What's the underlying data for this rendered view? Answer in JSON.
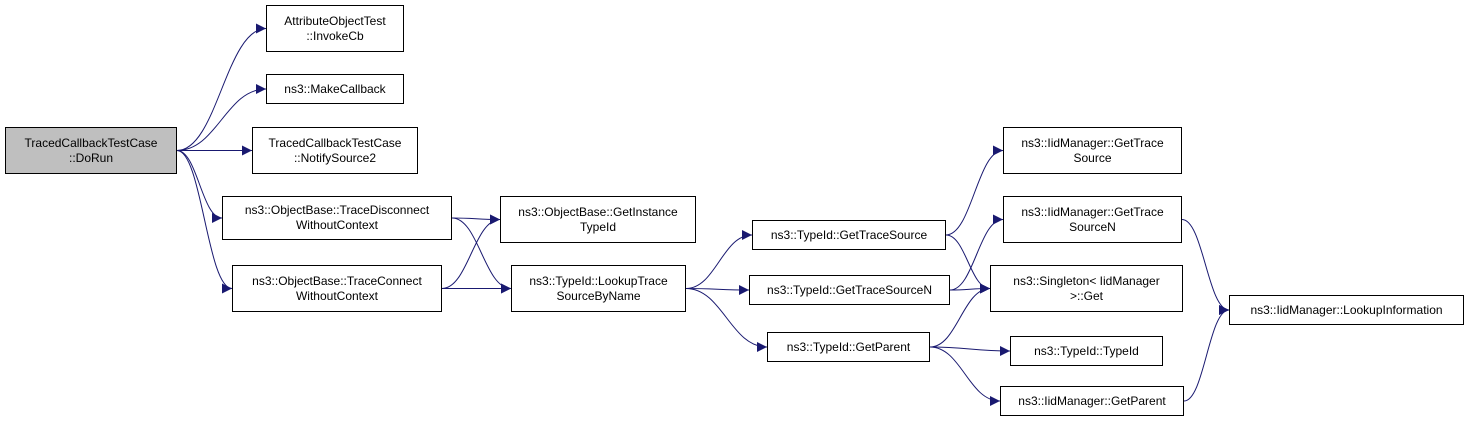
{
  "colors": {
    "edge": "#191970",
    "root_fill": "#bfbfbf",
    "node_fill": "#ffffff",
    "border": "#000000"
  },
  "nodes": [
    {
      "id": "dorun",
      "lines": [
        "TracedCallbackTestCase",
        "::DoRun"
      ],
      "root": true
    },
    {
      "id": "invokecb",
      "lines": [
        "AttributeObjectTest",
        "::InvokeCb"
      ]
    },
    {
      "id": "makecallback",
      "lines": [
        "ns3::MakeCallback"
      ]
    },
    {
      "id": "notifysource2",
      "lines": [
        "TracedCallbackTestCase",
        "::NotifySource2"
      ]
    },
    {
      "id": "tracedisconnect",
      "lines": [
        "ns3::ObjectBase::TraceDisconnect",
        "WithoutContext"
      ]
    },
    {
      "id": "traceconnect",
      "lines": [
        "ns3::ObjectBase::TraceConnect",
        "WithoutContext"
      ]
    },
    {
      "id": "getinstancetypeid",
      "lines": [
        "ns3::ObjectBase::GetInstance",
        "TypeId"
      ]
    },
    {
      "id": "lookuptracesource",
      "lines": [
        "ns3::TypeId::LookupTrace",
        "SourceByName"
      ]
    },
    {
      "id": "gettracesource",
      "lines": [
        "ns3::TypeId::GetTraceSource"
      ]
    },
    {
      "id": "gettracesourcen",
      "lines": [
        "ns3::TypeId::GetTraceSourceN"
      ]
    },
    {
      "id": "getparent",
      "lines": [
        "ns3::TypeId::GetParent"
      ]
    },
    {
      "id": "iid_gettracesource",
      "lines": [
        "ns3::IidManager::GetTrace",
        "Source"
      ]
    },
    {
      "id": "iid_gettracesourcen",
      "lines": [
        "ns3::IidManager::GetTrace",
        "SourceN"
      ]
    },
    {
      "id": "singleton_get",
      "lines": [
        "ns3::Singleton< IidManager",
        ">::Get"
      ]
    },
    {
      "id": "typeid_ctor",
      "lines": [
        "ns3::TypeId::TypeId"
      ]
    },
    {
      "id": "iid_getparent",
      "lines": [
        "ns3::IidManager::GetParent"
      ]
    },
    {
      "id": "iid_lookupinfo",
      "lines": [
        "ns3::IidManager::LookupInformation"
      ]
    }
  ],
  "edges": [
    [
      "dorun",
      "invokecb"
    ],
    [
      "dorun",
      "makecallback"
    ],
    [
      "dorun",
      "notifysource2"
    ],
    [
      "dorun",
      "tracedisconnect"
    ],
    [
      "dorun",
      "traceconnect"
    ],
    [
      "tracedisconnect",
      "getinstancetypeid"
    ],
    [
      "tracedisconnect",
      "lookuptracesource"
    ],
    [
      "traceconnect",
      "getinstancetypeid"
    ],
    [
      "traceconnect",
      "lookuptracesource"
    ],
    [
      "lookuptracesource",
      "gettracesource"
    ],
    [
      "lookuptracesource",
      "gettracesourcen"
    ],
    [
      "lookuptracesource",
      "getparent"
    ],
    [
      "gettracesource",
      "iid_gettracesource"
    ],
    [
      "gettracesource",
      "singleton_get"
    ],
    [
      "gettracesourcen",
      "iid_gettracesourcen"
    ],
    [
      "gettracesourcen",
      "singleton_get"
    ],
    [
      "getparent",
      "singleton_get"
    ],
    [
      "getparent",
      "typeid_ctor"
    ],
    [
      "getparent",
      "iid_getparent"
    ],
    [
      "iid_gettracesourcen",
      "iid_lookupinfo"
    ],
    [
      "iid_getparent",
      "iid_lookupinfo"
    ]
  ]
}
